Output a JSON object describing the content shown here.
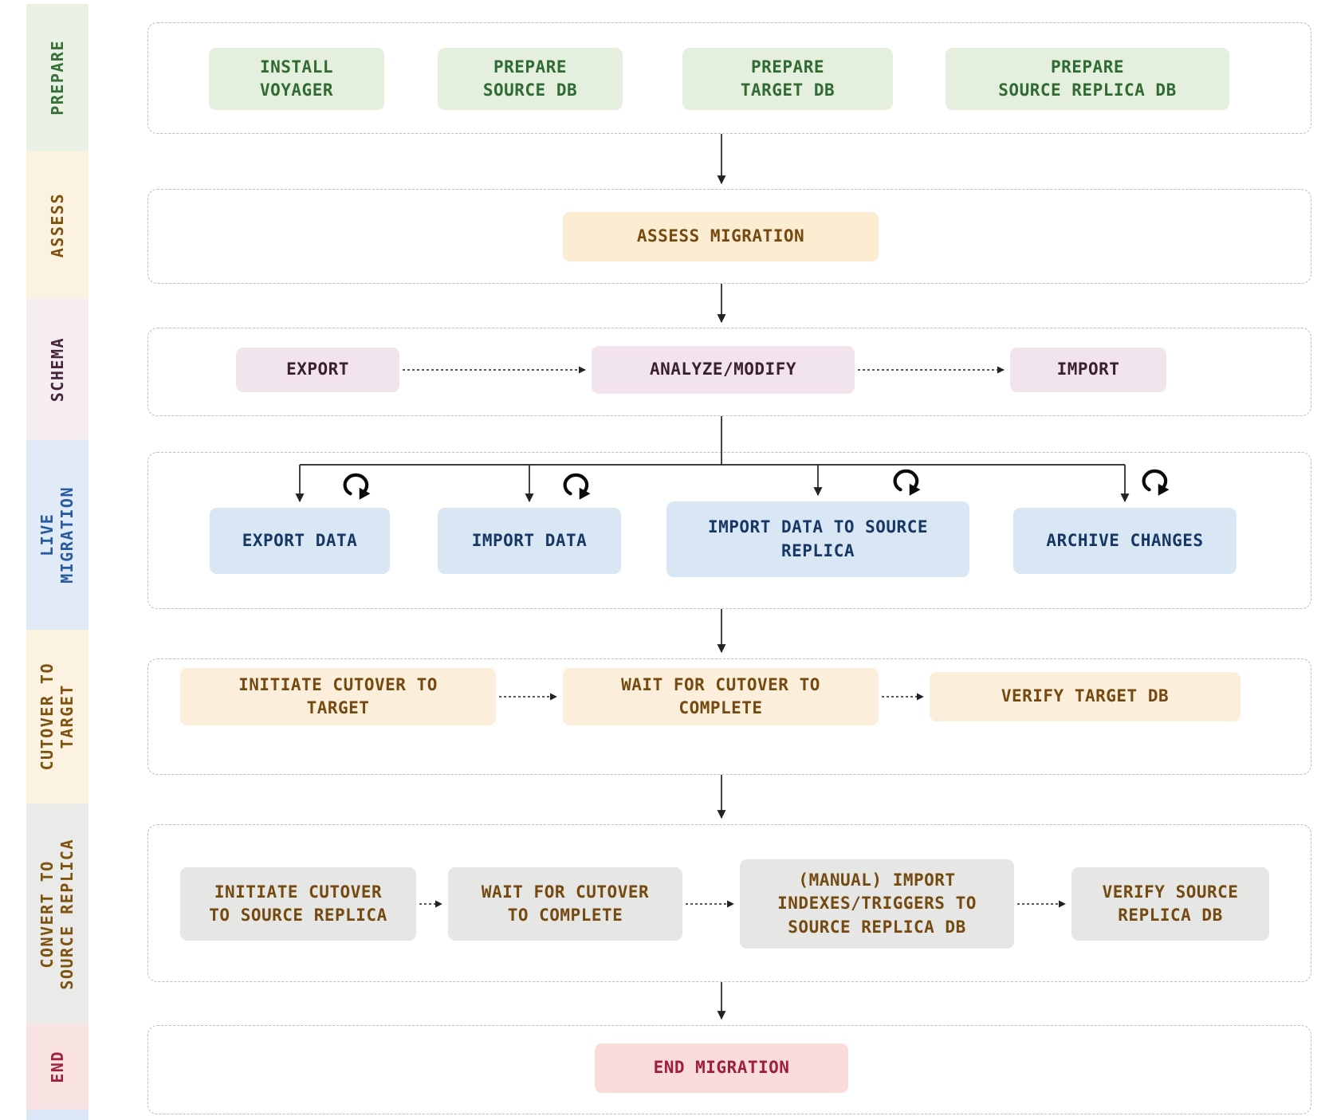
{
  "stages": [
    {
      "label": "PREPARE",
      "nodes": [
        "INSTALL\nVOYAGER",
        "PREPARE\nSOURCE DB",
        "PREPARE\nTARGET DB",
        "PREPARE\nSOURCE REPLICA DB"
      ]
    },
    {
      "label": "ASSESS",
      "nodes": [
        "ASSESS MIGRATION"
      ]
    },
    {
      "label": "SCHEMA",
      "nodes": [
        "EXPORT",
        "ANALYZE/MODIFY",
        "IMPORT"
      ]
    },
    {
      "label": "LIVE\nMIGRATION",
      "nodes": [
        "EXPORT DATA",
        "IMPORT DATA",
        "IMPORT DATA TO SOURCE\nREPLICA",
        "ARCHIVE CHANGES"
      ]
    },
    {
      "label": "CUTOVER TO\nTARGET",
      "nodes": [
        "INITIATE CUTOVER TO\nTARGET",
        "WAIT FOR CUTOVER TO\nCOMPLETE",
        "VERIFY TARGET DB"
      ]
    },
    {
      "label": "CONVERT TO\nSOURCE REPLICA",
      "nodes": [
        "INITIATE CUTOVER\nTO SOURCE REPLICA",
        "WAIT FOR CUTOVER\nTO COMPLETE",
        "(MANUAL) IMPORT\nINDEXES/TRIGGERS TO\nSOURCE REPLICA DB",
        "VERIFY SOURCE\nREPLICA DB"
      ]
    },
    {
      "label": "END",
      "nodes": [
        "END MIGRATION"
      ]
    }
  ],
  "icons": {
    "loop": "repeat-loop"
  },
  "colors": {
    "prepare_band": "#e9f2e4",
    "prepare_text": "#38703a",
    "prepare_node": "#e4efde",
    "assess_band": "#fcf2e2",
    "assess_text": "#7d530f",
    "assess_node": "#fbecd2",
    "schema_band": "#f5edf0",
    "schema_text": "#45263a",
    "schema_node": "#f2e4ec",
    "live_band": "#e1ebf7",
    "live_text": "#2a5b9e",
    "live_node": "#d9e6f4",
    "cutover_band": "#fcf2e2",
    "cutover_text": "#7d530f",
    "cutover_node": "#fbeeda",
    "convert_band": "#eaeae8",
    "convert_text": "#744a10",
    "convert_node": "#e6e6e4",
    "end_band": "#f9e2e2",
    "end_text": "#a02440",
    "end_node": "#f9dbdb",
    "connector": "#222222",
    "container_border": "#bcbcbc"
  }
}
